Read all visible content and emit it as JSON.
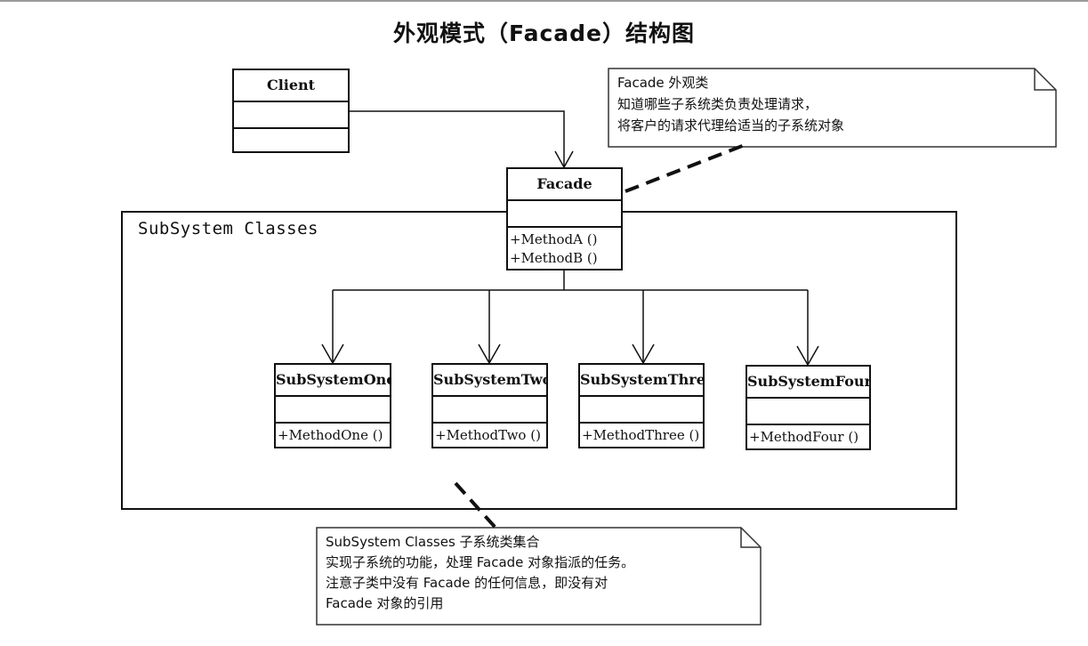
{
  "title": "外观模式（Facade）结构图",
  "client": {
    "name": "Client"
  },
  "facade": {
    "name": "Facade",
    "ops": [
      "+MethodA ()",
      "+MethodB ()"
    ]
  },
  "package": {
    "label": "SubSystem Classes"
  },
  "subsystems": [
    {
      "name": "SubSystemOne",
      "op": "+MethodOne ()"
    },
    {
      "name": "SubSystemTwo",
      "op": "+MethodTwo ()"
    },
    {
      "name": "SubSystemThree",
      "op": "+MethodThree ()"
    },
    {
      "name": "SubSystemFour",
      "op": "+MethodFour ()"
    }
  ],
  "facade_note": {
    "lines": [
      "Facade  外观类",
      "知道哪些子系统类负责处理请求，",
      "将客户的请求代理给适当的子系统对象"
    ]
  },
  "subsystem_note": {
    "lines": [
      "SubSystem Classes   子系统类集合",
      "实现子系统的功能，处理 Facade 对象指派的任务。",
      "注意子类中没有 Facade 的任何信息，即没有对",
      "Facade 对象的引用"
    ]
  }
}
